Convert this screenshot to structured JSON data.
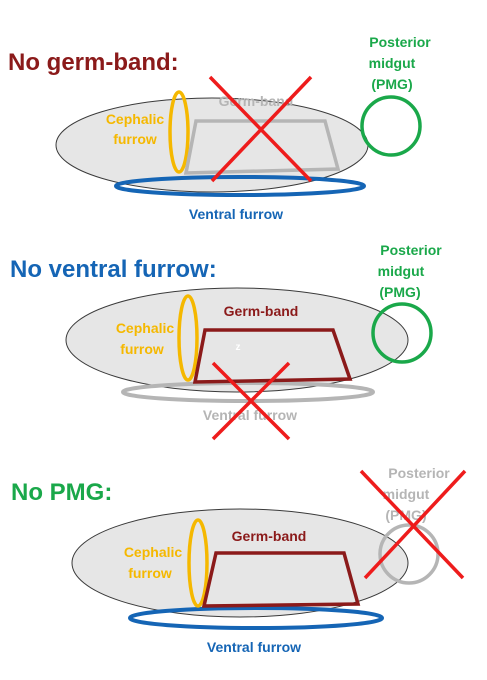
{
  "colors": {
    "dark_red": "#8b1a1a",
    "blue": "#1565b5",
    "green": "#1aa84a",
    "orange": "#f5b800",
    "gray": "#b5b5b5",
    "embryo_fill": "#e6e6e6",
    "embryo_stroke": "#3a3a3a",
    "cross_red": "#ee1c1c",
    "z_text": "#ffffff"
  },
  "panels": [
    {
      "heading": "No germ-band:",
      "cephalic_label": [
        "Cephalic",
        "furrow"
      ],
      "germband_label": "Germ-band",
      "ventral_label": "Ventral furrow",
      "pmg_label": [
        "Posterior",
        "midgut",
        "(PMG)"
      ],
      "removed": "germ-band"
    },
    {
      "heading": "No ventral furrow:",
      "cephalic_label": [
        "Cephalic",
        "furrow"
      ],
      "germband_label": "Germ-band",
      "ventral_label": "Ventral furrow",
      "pmg_label": [
        "Posterior",
        "midgut",
        "(PMG)"
      ],
      "stray_text": "z",
      "removed": "ventral furrow"
    },
    {
      "heading": "No PMG:",
      "cephalic_label": [
        "Cephalic",
        "furrow"
      ],
      "germband_label": "Germ-band",
      "ventral_label": "Ventral furrow",
      "pmg_label": [
        "Posterior",
        "midgut",
        "(PMG)"
      ],
      "removed": "PMG"
    }
  ]
}
